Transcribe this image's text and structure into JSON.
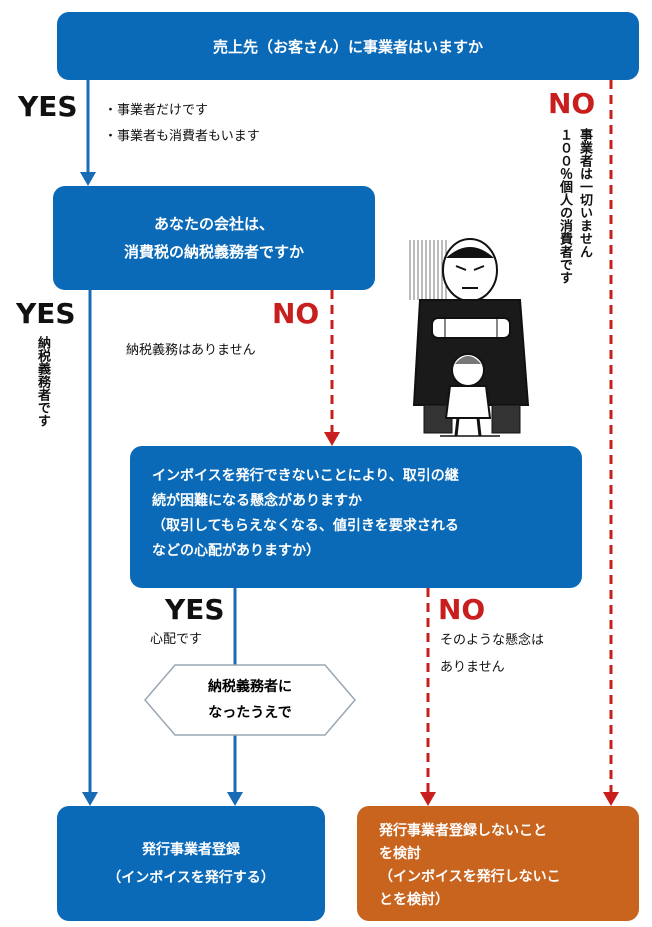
{
  "q1": {
    "text": "売上先（お客さん）に事業者はいますか"
  },
  "q1_yes": {
    "label": "YES",
    "notes": [
      "・事業者だけです",
      "・事業者も消費者もいます"
    ]
  },
  "q1_no": {
    "label": "NO",
    "notes": [
      "事業者は一切いません",
      "１００％個人の消費者です"
    ]
  },
  "q2": {
    "lines": [
      "あなたの会社は、",
      "消費税の納税義務者ですか"
    ]
  },
  "q2_yes": {
    "label": "YES",
    "note": "納税義務者です"
  },
  "q2_no": {
    "label": "NO",
    "note": "納税義務はありません"
  },
  "q3": {
    "lines": [
      "インボイスを発行できないことにより、取引の継",
      "続が困難になる懸念がありますか",
      "（取引してもらえなくなる、値引きを要求される",
      "などの心配がありますか）"
    ]
  },
  "q3_yes": {
    "label": "YES",
    "note": "心配です"
  },
  "q3_no": {
    "label": "NO",
    "notes": [
      "そのような懸念は",
      "ありません"
    ]
  },
  "condition": {
    "lines": [
      "納税義務者に",
      "なったうえで"
    ]
  },
  "result_register": {
    "lines": [
      "発行事業者登録",
      "（インボイスを発行する）"
    ]
  },
  "result_consider": {
    "lines": [
      "発行事業者登録しないこと",
      "を検討",
      "（インボイスを発行しないこ",
      "とを検討）"
    ]
  },
  "colors": {
    "box_blue": "#0a6ab8",
    "box_orange": "#c8641e",
    "no_red": "#c81e1e",
    "arrow_blue": "#1a6bb5"
  }
}
